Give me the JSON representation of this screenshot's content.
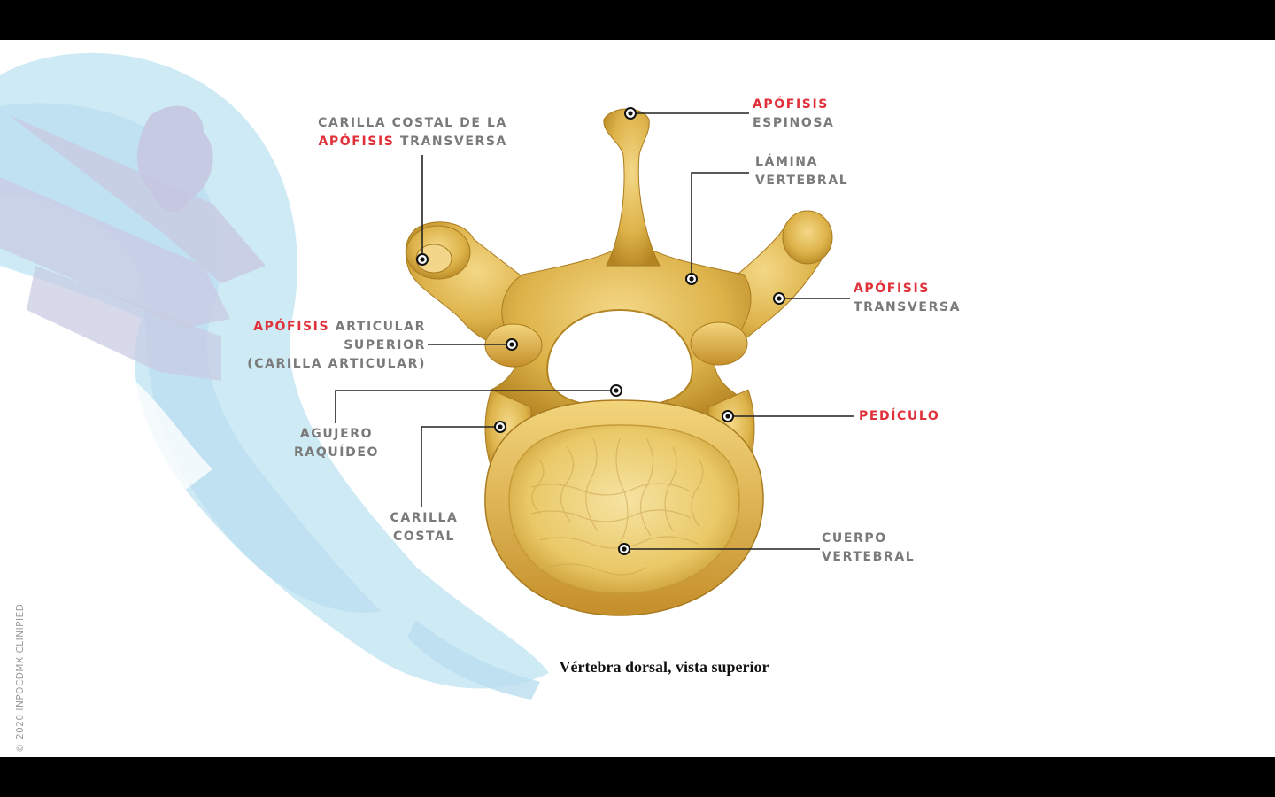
{
  "colors": {
    "letterbox": "#000000",
    "slide_bg": "#ffffff",
    "bone": "#d9ae3e",
    "bone_light": "#f1d37a",
    "label_gray": "#7a7a7a",
    "label_red": "#e0313a",
    "watermark_blue": "#bde3f2"
  },
  "labels": {
    "carilla_costal_transversa": {
      "line1": "CARILLA COSTAL DE LA",
      "line2_red": "APÓFISIS",
      "line2": " TRANSVERSA"
    },
    "apofisis_espinosa": {
      "line1_red": "APÓFISIS",
      "line2": "ESPINOSA"
    },
    "lamina_vertebral": {
      "line1": "LÁMINA",
      "line2": "VERTEBRAL"
    },
    "apofisis_transversa": {
      "line1_red": "APÓFISIS",
      "line2": "TRANSVERSA"
    },
    "apofisis_articular": {
      "line1_red": "APÓFISIS",
      "line1": " ARTICULAR",
      "line2": "SUPERIOR",
      "line3": "(CARILLA ARTICULAR)"
    },
    "pediculo": {
      "line1_red": "PEDÍCULO"
    },
    "agujero_raquideo": {
      "line1": "AGUJERO",
      "line2": "RAQUÍDEO"
    },
    "carilla_costal": {
      "line1": "CARILLA",
      "line2": "COSTAL"
    },
    "cuerpo_vertebral": {
      "line1": "CUERPO",
      "line2": "VERTEBRAL"
    }
  },
  "caption": "Vértebra dorsal, vista superior",
  "copyright": "© 2020 INPOCDMX CLINIPIED"
}
